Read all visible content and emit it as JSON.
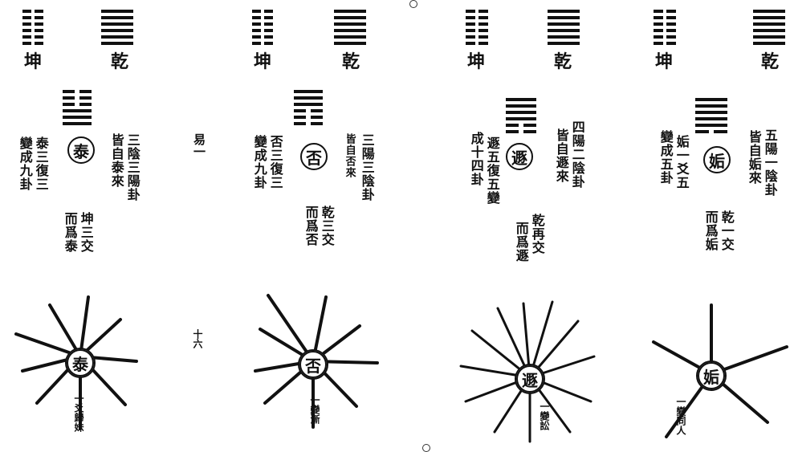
{
  "labels": {
    "kun": "坤",
    "qian": "乾"
  },
  "side_notes": {
    "top": "易一",
    "page_num": "十六"
  },
  "panels": [
    {
      "name": "tai",
      "circle_char": "泰",
      "right_col": "三陰三陽卦",
      "right_col2": "皆自泰來",
      "left_col": "泰三復三",
      "left_col2": "變成九卦",
      "lower_col": "坤三交",
      "lower_col2": "而爲泰",
      "wheel_bottom": "一爻歸妹"
    },
    {
      "name": "pi",
      "circle_char": "否",
      "right_col": "三陽三陰卦",
      "right_col2": "皆自否來",
      "left_col": "否三復三",
      "left_col2": "變成九卦",
      "lower_col": "乾三交",
      "lower_col2": "而爲否",
      "wheel_bottom": "一變漸"
    },
    {
      "name": "dun",
      "circle_char": "遯",
      "right_col": "四陽二陰卦",
      "right_col2": "皆自遯來",
      "left_col": "遯五復五變",
      "left_col2": "成十四卦",
      "lower_col": "乾再交",
      "lower_col2": "而爲遯",
      "wheel_bottom": "一變訟"
    },
    {
      "name": "gou",
      "circle_char": "姤",
      "right_col": "五陽一陰卦",
      "right_col2": "皆自姤來",
      "left_col": "姤一爻五",
      "left_col2": "變成五卦",
      "lower_col": "乾一交",
      "lower_col2": "而爲姤",
      "wheel_bottom": "一變同人"
    }
  ]
}
